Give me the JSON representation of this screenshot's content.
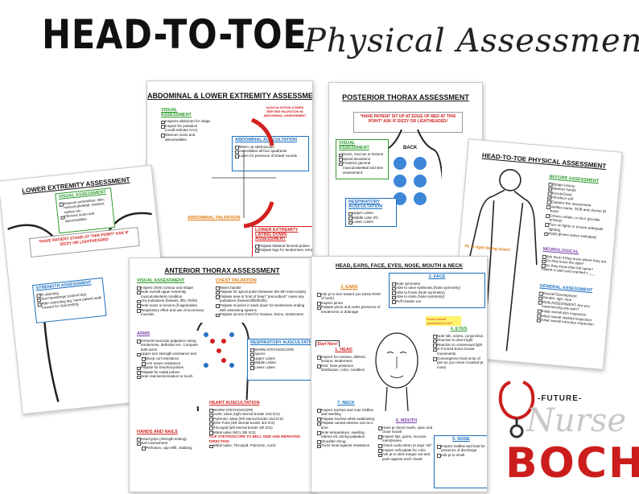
{
  "header": {
    "title": "HEAD-TO-TOE",
    "subtitle": "Physical Assessment"
  },
  "sheets": {
    "abdominal": {
      "title": "ABDOMINAL & LOWER EXTREMITY ASSESSMENT",
      "visual": {
        "heading": "VISUAL ASSESSMENT",
        "items": [
          "Inspects abdomen for shape, contour",
          "Inspect for pulsation (could indicate AAA)",
          "Obvious scars and abnormalities"
        ]
      },
      "note": "AUSCULTATION COMES BEFORE PALPATION IN ABDOMINAL ASSESSMENT",
      "auscultation": {
        "heading": "ABDOMINAL AUSCULTATION",
        "items": [
          "Warm up stethoscope",
          "Auscultates all four quadrants",
          "Listen for presence of bowel sounds"
        ]
      },
      "palpation_heading": "ABDOMINAL PALPATION",
      "laying_down": {
        "heading": "LOWER EXTREMITY LAYING DOWN ASSESSMENT",
        "items": [
          "Palpate bilateral femoral pulses",
          "Palpate legs for tenderness, temperature, edema, tone"
        ]
      }
    },
    "posterior": {
      "title": "POSTERIOR THORAX ASSESSMENT",
      "warning": "*HAVE PATIENT SIT UP AT EDGE OF BED AT THIS POINT* ASK IF DIZZY OR LIGHTHEADED!",
      "back_label": "BACK",
      "visual": {
        "heading": "VISUAL ASSESSMENT",
        "items": [
          "Scars, moccas or lesions",
          "Spinal deviations",
          "Posterior general musculoskeletal and skin assessment"
        ]
      },
      "respiratory": {
        "heading": "RESPIRATORY AUSCULTATION",
        "items": [
          "Upper Lobes",
          "Middle Lobe (R)",
          "Lower Lobes"
        ]
      }
    },
    "lower_extremity": {
      "title": "LOWER EXTREMITY ASSESSMENT",
      "visual": {
        "heading": "VISUAL ASSESSMENT",
        "items": [
          "Inspects extremities: skin, musculoskeletal, masses, rashes etc.",
          "Obvious scars and abnormalities"
        ]
      },
      "warning": "*HAVE PATIENT STAND AT THIS POINT* ASK IF DIZZY OR LIGHTHEADED",
      "strength": {
        "heading": "STRENGTH ASSESSMENT",
        "items": [
          "Pt standing",
          "Test hamstrings (extend leg)",
          "After extending leg, have patient walk forward for Gait testing"
        ]
      }
    },
    "head_to_toe": {
      "title": "HEAD-TO-TOE PHYSICAL ASSESSMENT",
      "before": {
        "heading": "BEFORE ASSESSMENT",
        "items": [
          "Obtain history",
          "Washes hands",
          "Knock/Greet",
          "Introduce self",
          "Explains the assessment",
          "Verifies name, DOB and checks ID band",
          "Closes curtain, or door (provide privacy)",
          "Turn on lights or ensure adequate lighting",
          "Apply gloves (when indicated)"
        ]
      },
      "neuro": {
        "heading": "NEUROLOGICAL",
        "items": [
          "Ask them if they know where they are",
          "Do they know the date?",
          "Do they know their full name?"
        ],
        "note": "Patient is alert and oriented x ___"
      },
      "general": {
        "heading": "GENERAL ASSESSMENT",
        "items": [
          "Overall Development",
          "Gender, age, race",
          "PAIN ASSESSMENT: Are you experiencing any pain?",
          "Initial overall skin inspection",
          "Initial overall skeletal inspection",
          "Initial overall muscular inspection"
        ]
      },
      "figure_note": "Pt. is right facing down!"
    },
    "anterior": {
      "title": "ANTERIOR THORAX ASSESSMENT",
      "visual": {
        "heading": "VISUAL ASSESSMENT",
        "items": [
          "Inspect chest contour and shape",
          "Note overall upper extremity musculoskeletal condition",
          "Any pulsations (heaves, lifts, thrills)",
          "Note scars or lesions (if applicable)",
          "Respiratory effort and use of accessory muscles"
        ]
      },
      "palpation": {
        "heading": "CHEST PALPATION",
        "items": [
          "Warm hands!",
          "Palpate for apical pulse (between 5th-6th intercostals)",
          "Palpate area in front of heart \"precordium\" notes any pulsations (heaves/lifts/thrills)",
          "Palpate muscles in back down for tenderness ending with assessing spasms",
          "Palpate across chest for masses, lesion, tenderness"
        ]
      },
      "arms": {
        "heading": "ARMS",
        "items": [
          "General muscular palpation noting tenderness, definition etc. Compare both arms",
          "Upper arm strength resistance test",
          "Bicep curl resistance",
          "Arm raises resistance",
          "Palpate for brachial pulses",
          "Palpate for radial pulses",
          "Note reaction/sensation to touch"
        ]
      },
      "respiratory": {
        "heading": "RESPIRATORY AUSCULTATION",
        "items": [
          "WARM STETHOSCOPE",
          "Apices",
          "Upper Lobes",
          "Middle Lobes",
          "Lower Lobes"
        ]
      },
      "heart": {
        "heading": "HEART AUSCULTATION",
        "items": [
          "WARM STETHOSCOPE",
          "Aortic valve (right sternal border 2nd ICS)",
          "Pulmonic valve (left sternal border 2nd ICS)",
          "Erbs Point (left sternal border 3rd ICS)",
          "Tricuspid (left sternal border 4th ICS)",
          "Mitral valve (MCL 5th ICS)",
          "FLIP STETHOSCOPE TO BELL SIDE AND REPEATED DIRECTION",
          "Mitral valve, Tricuspid, Pulmonic, Aortic"
        ]
      },
      "hands": {
        "heading": "HANDS AND NAILS",
        "items": [
          "Hand grips (strength testing)",
          "Nail Assessment",
          "Perfusion, cap refill, clubbing"
        ]
      }
    },
    "heent": {
      "title": "HEAD, EARS, FACE, EYES, NOSE, MOUTH & NECK",
      "face": {
        "heading": "2. FACE",
        "items": [
          "Note symmetry",
          "Able to raise eyebrows (Note symmetry)",
          "Able to frown (Note symmetry)",
          "Able to smile (Note symmetry)",
          "Puff cheeks out"
        ]
      },
      "ears": {
        "heading": "3. EARS",
        "items": [
          "Ask pt to turn toward you (tests ROM of neck)",
          "Inspect pinna",
          "Palpate pinna and notes presence of tenderness or drainage"
        ]
      },
      "eyes": {
        "heading": "4. EYES",
        "items": [
          "Note lids, sclera, conjunctiva",
          "Reaction to direct light",
          "Reaction to consensual light",
          "H-Formed Extra Ocular movements",
          "Convergence (look at tip of pen as you move it toward pt nose)"
        ]
      },
      "head": {
        "heading": "1. HEAD",
        "items": [
          "Inspect for masses, defects, lesions, tenderness",
          "Hair: Note presence, distribution, color, condition"
        ]
      },
      "neck": {
        "heading": "7. NECK",
        "items": [
          "Inspect trachea and note midline and swelling",
          "Palpate trachea while swallowing",
          "Palpate carotid arteries one at a time",
          "Note temperature, swelling, edema etc during palpation",
          "Shoulder shrug",
          "Turns head against resistance"
        ]
      },
      "mouth": {
        "heading": "6. MOUTH",
        "items": [
          "Have pt clench teeth, open and close mouth",
          "Inspect lips, gums, mucous membranes",
          "Check uvula when pt says \"ah\"",
          "Inspect soft palate for color",
          "Ask pt to stick tongue out and push against each cheek"
        ]
      },
      "nose": {
        "heading": "5. NOSE",
        "items": [
          "Inspect midline and look for presence of discharge",
          "Ask pt to smell"
        ]
      },
      "start_label": "Start Here!",
      "cranial_label": "Facial muscle movement is CN7"
    }
  },
  "brand": {
    "future": "-FUTURE-",
    "nurse": "Nurse",
    "boch": "BOCH"
  },
  "colors": {
    "green": "#2e9a2e",
    "blue": "#1c6fc0",
    "red": "#d32020",
    "orange": "#e07a10",
    "brand_red": "#cc1d1d"
  }
}
